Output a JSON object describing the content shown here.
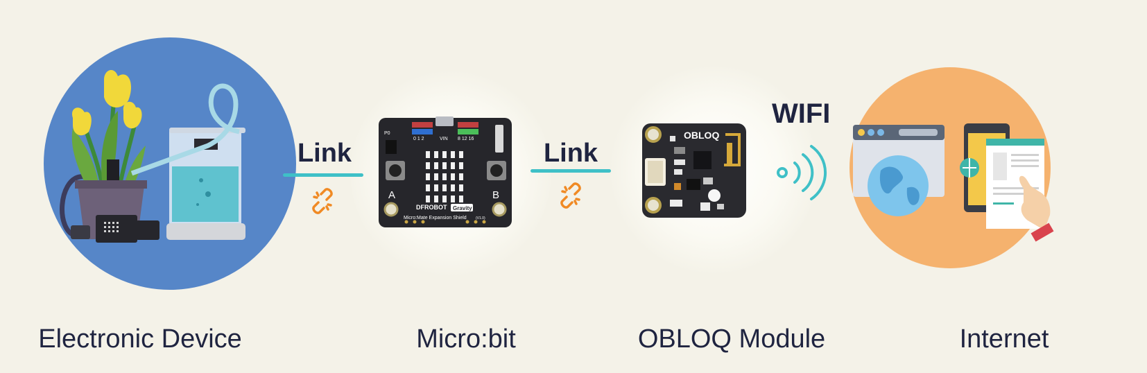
{
  "nodes": [
    {
      "caption": "Electronic Device"
    },
    {
      "caption": "Micro:bit",
      "board_labels": {
        "a": "A",
        "b": "B",
        "brand": "DFROBOT",
        "badge": "Gravity",
        "title": "Micro:Mate Expansion Shield",
        "version": "(V1.0)",
        "vin": "VIN",
        "pins_left": "0 1 2",
        "pins_right": "8 12 16",
        "p0": "P0"
      }
    },
    {
      "caption": "OBLOQ Module",
      "board_labels": {
        "name": "OBLOQ"
      }
    },
    {
      "caption": "Internet"
    }
  ],
  "links": [
    {
      "label": "Link"
    },
    {
      "label": "Link"
    }
  ],
  "wifi": {
    "label": "WIFI"
  },
  "colors": {
    "background": "#f4f2e8",
    "device_circle": "#5686c8",
    "internet_circle": "#f5b26e",
    "link_line": "#3fc0c7",
    "broken_link_icon": "#f08a24",
    "text": "#1f2440"
  },
  "icons": [
    "broken-link-icon",
    "broken-link-icon",
    "wifi-signal-icon",
    "globe-icon"
  ]
}
